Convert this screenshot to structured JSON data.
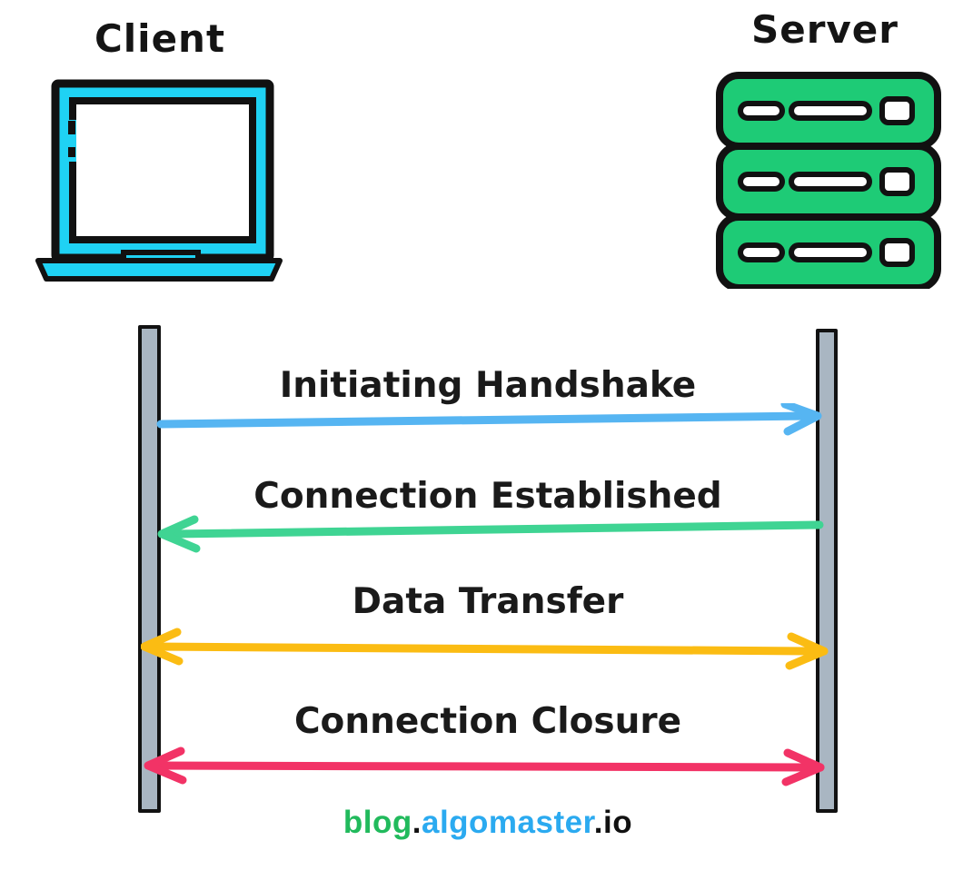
{
  "diagram": {
    "type": "sequence-diagram",
    "background": "#ffffff"
  },
  "actors": {
    "client": {
      "label": "Client",
      "icon": "laptop-icon",
      "color": "#1FD2F4"
    },
    "server": {
      "label": "Server",
      "icon": "server-stack-icon",
      "color": "#1ECB76"
    }
  },
  "lifeline": {
    "fill": "#A9B6C2",
    "stroke": "#121212"
  },
  "messages": [
    {
      "label": "Initiating Handshake",
      "from": "client",
      "to": "server",
      "direction": "right",
      "color": "#56B5F2"
    },
    {
      "label": "Connection Established",
      "from": "server",
      "to": "client",
      "direction": "left",
      "color": "#3FD493"
    },
    {
      "label": "Data Transfer",
      "from": "client",
      "to": "server",
      "direction": "both",
      "color": "#FBBC13"
    },
    {
      "label": "Connection Closure",
      "from": "client",
      "to": "server",
      "direction": "both",
      "color": "#F23366"
    }
  ],
  "footer": {
    "parts": [
      {
        "text": "blog",
        "color": "#21BA5C"
      },
      {
        "text": ".",
        "color": "#111111"
      },
      {
        "text": "algomaster",
        "color": "#2BAAF0"
      },
      {
        "text": ".io",
        "color": "#111111"
      }
    ]
  }
}
